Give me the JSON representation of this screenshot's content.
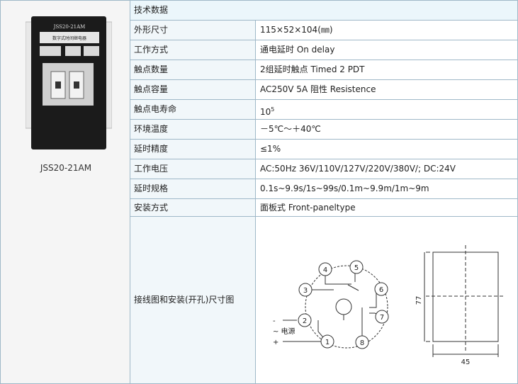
{
  "product": {
    "caption": "JSS20-21AM",
    "panel_title": "JSS20-21AM",
    "panel_sub": "数字式时间继电器"
  },
  "header": {
    "label": "技术数据"
  },
  "rows": [
    {
      "label": "外形尺寸",
      "value": "115×52×104(㎜)"
    },
    {
      "label": "工作方式",
      "value": "通电延时  On delay"
    },
    {
      "label": "触点数量",
      "value": "2组延时触点  Timed 2 PDT"
    },
    {
      "label": "触点容量",
      "value": "AC250V 5A 阻性  Resistence"
    },
    {
      "label": "触点电寿命",
      "value": "10",
      "sup": "5"
    },
    {
      "label": "环境温度",
      "value": "－5℃～＋40℃"
    },
    {
      "label": "延时精度",
      "value": "≤1%"
    },
    {
      "label": "工作电压",
      "value": "AC:50Hz 36V/110V/127V/220V/380V/; DC:24V"
    },
    {
      "label": "延时规格",
      "value": "0.1s~9.9s/1s~99s/0.1m~9.9m/1m~9m"
    },
    {
      "label": "安装方式",
      "value": "面板式  Front-paneltype"
    }
  ],
  "wiring": {
    "label": "接线图和安装(开孔)尺寸图",
    "pins": [
      "1",
      "2",
      "3",
      "4",
      "5",
      "6",
      "7",
      "8"
    ],
    "power_minus": "-",
    "power_tilde": "~ 电源",
    "power_plus": "+",
    "dim_height": "77",
    "dim_width": "45"
  }
}
